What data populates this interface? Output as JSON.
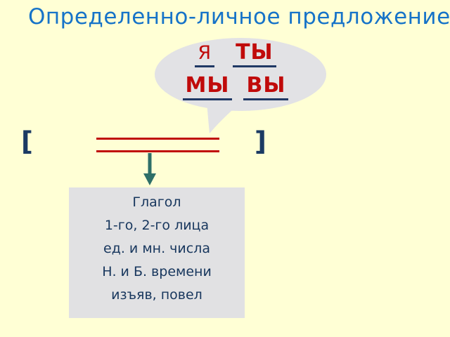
{
  "slide": {
    "title": "Определенно-личное предложение"
  },
  "bubble": {
    "pronouns": [
      "Я",
      "ТЫ",
      "МЫ",
      "ВЫ"
    ]
  },
  "scheme": {
    "left_bracket": "[",
    "right_bracket": "]"
  },
  "box": {
    "lines": [
      "Глагол",
      "1-го, 2-го лица",
      "ед. и мн. числа",
      "Н. и Б. времени",
      "изъяв, повел"
    ]
  },
  "colors": {
    "background": "#FFFFD5",
    "title_blue": "#1673C8",
    "pronoun_red": "#C00A0A",
    "underline_navy": "#1F3864",
    "bracket_navy": "#1B3A63",
    "predicate_line_red": "#C00A0A",
    "arrow_teal": "#2E6F68",
    "bubble_gray": "#E2E2E5",
    "box_gray": "#E1E1E3",
    "box_text_navy": "#17365D"
  }
}
